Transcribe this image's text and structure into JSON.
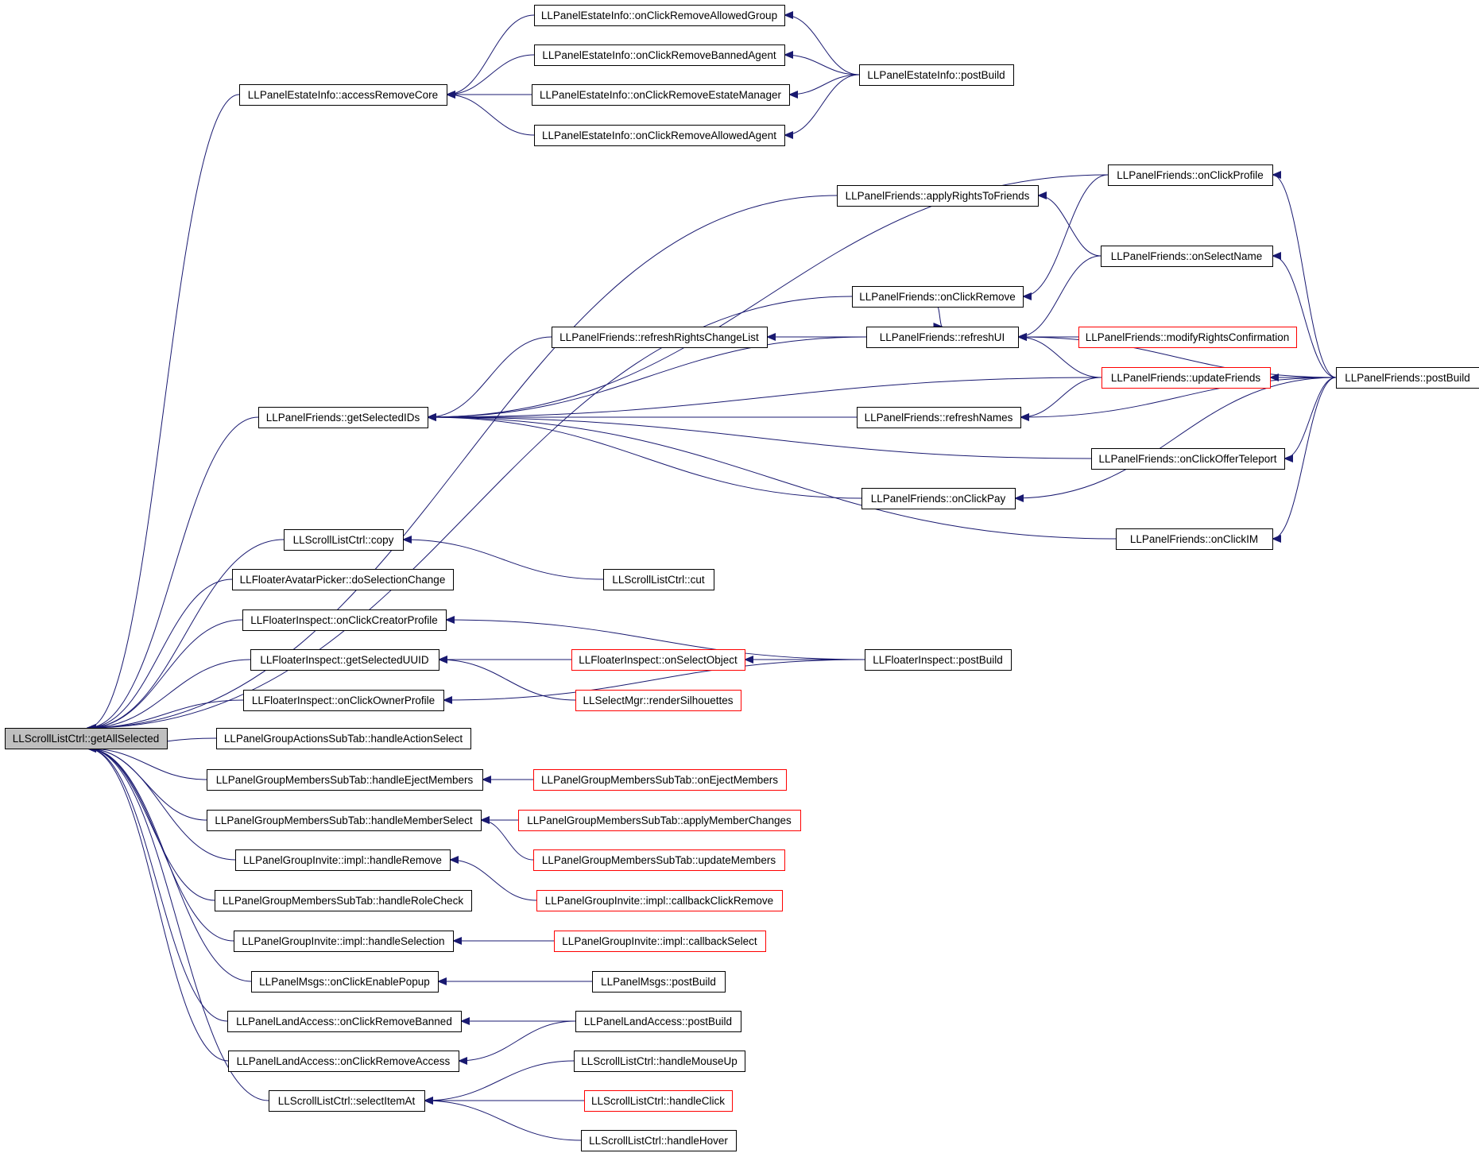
{
  "nodes": [
    {
      "id": "root",
      "label": "LLScrollListCtrl::getAllSelected",
      "highlight": true
    },
    {
      "id": "n1",
      "label": "LLPanelEstateInfo::accessRemoveCore"
    },
    {
      "id": "n2",
      "label": "LLPanelEstateInfo::onClickRemoveAllowedGroup"
    },
    {
      "id": "n3",
      "label": "LLPanelEstateInfo::onClickRemoveBannedAgent"
    },
    {
      "id": "n4",
      "label": "LLPanelEstateInfo::onClickRemoveEstateManager"
    },
    {
      "id": "n5",
      "label": "LLPanelEstateInfo::onClickRemoveAllowedAgent"
    },
    {
      "id": "n6",
      "label": "LLPanelEstateInfo::postBuild"
    },
    {
      "id": "n7",
      "label": "LLPanelFriends::applyRightsToFriends"
    },
    {
      "id": "n8",
      "label": "LLPanelFriends::onClickProfile"
    },
    {
      "id": "n9",
      "label": "LLPanelFriends::onSelectName"
    },
    {
      "id": "n10",
      "label": "LLPanelFriends::onClickRemove"
    },
    {
      "id": "n11",
      "label": "LLPanelFriends::refreshRightsChangeList"
    },
    {
      "id": "n12",
      "label": "LLPanelFriends::refreshUI"
    },
    {
      "id": "n13",
      "label": "LLPanelFriends::modifyRightsConfirmation",
      "truncated": true
    },
    {
      "id": "n14",
      "label": "LLPanelFriends::updateFriends",
      "truncated": true
    },
    {
      "id": "n15",
      "label": "LLPanelFriends::postBuild"
    },
    {
      "id": "n16",
      "label": "LLPanelFriends::getSelectedIDs"
    },
    {
      "id": "n17",
      "label": "LLPanelFriends::refreshNames"
    },
    {
      "id": "n18",
      "label": "LLPanelFriends::onClickOfferTeleport"
    },
    {
      "id": "n19",
      "label": "LLPanelFriends::onClickPay"
    },
    {
      "id": "n20",
      "label": "LLPanelFriends::onClickIM"
    },
    {
      "id": "n21",
      "label": "LLScrollListCtrl::copy"
    },
    {
      "id": "n22",
      "label": "LLScrollListCtrl::cut"
    },
    {
      "id": "n23",
      "label": "LLFloaterAvatarPicker::doSelectionChange"
    },
    {
      "id": "n24",
      "label": "LLFloaterInspect::onClickCreatorProfile"
    },
    {
      "id": "n25",
      "label": "LLFloaterInspect::getSelectedUUID"
    },
    {
      "id": "n26",
      "label": "LLFloaterInspect::onSelectObject",
      "truncated": true
    },
    {
      "id": "n27",
      "label": "LLFloaterInspect::postBuild"
    },
    {
      "id": "n28",
      "label": "LLSelectMgr::renderSilhouettes",
      "truncated": true
    },
    {
      "id": "n29",
      "label": "LLFloaterInspect::onClickOwnerProfile"
    },
    {
      "id": "n30",
      "label": "LLPanelGroupActionsSubTab::handleActionSelect"
    },
    {
      "id": "n31",
      "label": "LLPanelGroupMembersSubTab::handleEjectMembers"
    },
    {
      "id": "n32",
      "label": "LLPanelGroupMembersSubTab::onEjectMembers",
      "truncated": true
    },
    {
      "id": "n33",
      "label": "LLPanelGroupMembersSubTab::handleMemberSelect"
    },
    {
      "id": "n34",
      "label": "LLPanelGroupMembersSubTab::applyMemberChanges",
      "truncated": true
    },
    {
      "id": "n35",
      "label": "LLPanelGroupInvite::impl::handleRemove"
    },
    {
      "id": "n36",
      "label": "LLPanelGroupMembersSubTab::updateMembers",
      "truncated": true
    },
    {
      "id": "n37",
      "label": "LLPanelGroupMembersSubTab::handleRoleCheck"
    },
    {
      "id": "n38",
      "label": "LLPanelGroupInvite::impl::callbackClickRemove",
      "truncated": true
    },
    {
      "id": "n39",
      "label": "LLPanelGroupInvite::impl::handleSelection"
    },
    {
      "id": "n40",
      "label": "LLPanelGroupInvite::impl::callbackSelect",
      "truncated": true
    },
    {
      "id": "n41",
      "label": "LLPanelMsgs::onClickEnablePopup"
    },
    {
      "id": "n42",
      "label": "LLPanelMsgs::postBuild"
    },
    {
      "id": "n43",
      "label": "LLPanelLandAccess::onClickRemoveBanned"
    },
    {
      "id": "n44",
      "label": "LLPanelLandAccess::postBuild"
    },
    {
      "id": "n45",
      "label": "LLPanelLandAccess::onClickRemoveAccess"
    },
    {
      "id": "n46",
      "label": "LLScrollListCtrl::handleMouseUp"
    },
    {
      "id": "n47",
      "label": "LLScrollListCtrl::selectItemAt"
    },
    {
      "id": "n48",
      "label": "LLScrollListCtrl::handleClick",
      "truncated": true
    },
    {
      "id": "n49",
      "label": "LLScrollListCtrl::handleHover"
    }
  ],
  "edges": [
    [
      "n1",
      "root"
    ],
    [
      "n7",
      "root"
    ],
    [
      "n10",
      "root"
    ],
    [
      "n16",
      "root"
    ],
    [
      "n21",
      "root"
    ],
    [
      "n23",
      "root"
    ],
    [
      "n24",
      "root"
    ],
    [
      "n25",
      "root"
    ],
    [
      "n29",
      "root"
    ],
    [
      "n30",
      "root"
    ],
    [
      "n31",
      "root"
    ],
    [
      "n33",
      "root"
    ],
    [
      "n35",
      "root"
    ],
    [
      "n37",
      "root"
    ],
    [
      "n39",
      "root"
    ],
    [
      "n41",
      "root"
    ],
    [
      "n43",
      "root"
    ],
    [
      "n45",
      "root"
    ],
    [
      "n47",
      "root"
    ],
    [
      "n2",
      "n1"
    ],
    [
      "n3",
      "n1"
    ],
    [
      "n4",
      "n1"
    ],
    [
      "n5",
      "n1"
    ],
    [
      "n6",
      "n2"
    ],
    [
      "n6",
      "n3"
    ],
    [
      "n6",
      "n4"
    ],
    [
      "n6",
      "n5"
    ],
    [
      "n9",
      "n7"
    ],
    [
      "n8",
      "n10"
    ],
    [
      "n15",
      "n8"
    ],
    [
      "n15",
      "n9"
    ],
    [
      "n15",
      "n12"
    ],
    [
      "n15",
      "n14"
    ],
    [
      "n15",
      "n17"
    ],
    [
      "n15",
      "n18"
    ],
    [
      "n15",
      "n19"
    ],
    [
      "n15",
      "n20"
    ],
    [
      "n9",
      "n12"
    ],
    [
      "n10",
      "n12"
    ],
    [
      "n13",
      "n12"
    ],
    [
      "n14",
      "n12"
    ],
    [
      "n12",
      "n11"
    ],
    [
      "n8",
      "n16"
    ],
    [
      "n11",
      "n16"
    ],
    [
      "n12",
      "n16"
    ],
    [
      "n14",
      "n16"
    ],
    [
      "n17",
      "n16"
    ],
    [
      "n18",
      "n16"
    ],
    [
      "n19",
      "n16"
    ],
    [
      "n20",
      "n16"
    ],
    [
      "n14",
      "n17"
    ],
    [
      "n22",
      "n21"
    ],
    [
      "n27",
      "n24"
    ],
    [
      "n26",
      "n25"
    ],
    [
      "n28",
      "n25"
    ],
    [
      "n27",
      "n26"
    ],
    [
      "n27",
      "n29"
    ],
    [
      "n32",
      "n31"
    ],
    [
      "n34",
      "n33"
    ],
    [
      "n36",
      "n33"
    ],
    [
      "n38",
      "n35"
    ],
    [
      "n40",
      "n39"
    ],
    [
      "n42",
      "n41"
    ],
    [
      "n44",
      "n43"
    ],
    [
      "n44",
      "n45"
    ],
    [
      "n46",
      "n47"
    ],
    [
      "n48",
      "n47"
    ],
    [
      "n49",
      "n47"
    ]
  ],
  "colors": {
    "edge": "#191970",
    "box_border": "#000000",
    "truncated_border": "#ff0000",
    "highlight_fill": "#bfbfbf",
    "text": "#000000"
  }
}
